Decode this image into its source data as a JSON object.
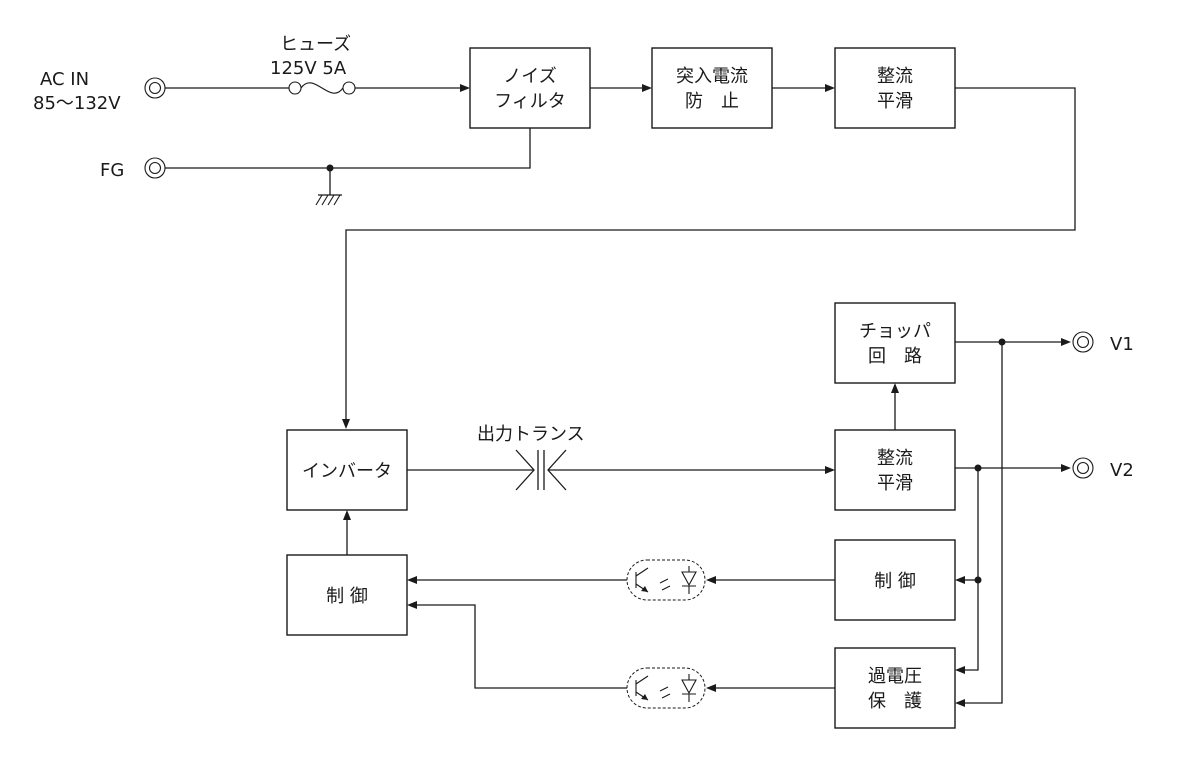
{
  "inputs": {
    "ac_in_line1": "AC IN",
    "ac_in_line2": "85〜132V",
    "fg": "FG"
  },
  "fuse": {
    "name": "ヒューズ",
    "rating": "125V 5A"
  },
  "transformer_label": "出力トランス",
  "blocks": {
    "noise_filter": [
      "ノイズ",
      "フィルタ"
    ],
    "inrush": [
      "突入電流",
      "防　止"
    ],
    "rectifier_primary": [
      "整流",
      "平滑"
    ],
    "inverter": [
      "インバータ"
    ],
    "control_primary": [
      "制 御"
    ],
    "chopper": [
      "チョッパ",
      "回　路"
    ],
    "rectifier_secondary": [
      "整流",
      "平滑"
    ],
    "control_secondary": [
      "制 御"
    ],
    "overvoltage": [
      "過電圧",
      "保　護"
    ]
  },
  "outputs": {
    "v1": "V1",
    "v2": "V2"
  }
}
